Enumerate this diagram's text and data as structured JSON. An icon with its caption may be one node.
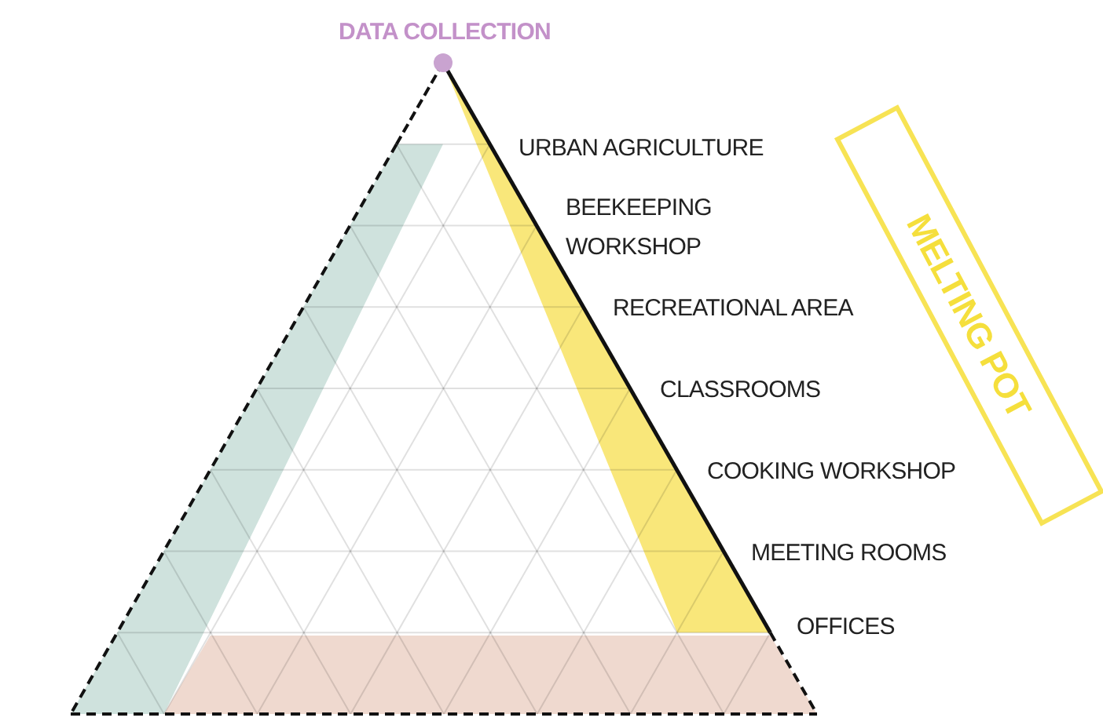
{
  "diagram": {
    "nodes": [
      {
        "text": [
          "MELTING POT"
        ]
      }
    ],
    "edges": [],
    "labels": [
      "DATA COLLECTION",
      "URBAN AGRICULTURE",
      "BEEKEEPING WORKSHOP",
      "RECREATIONAL AREA",
      "CLASSROOMS",
      "COOKING WORKSHOP",
      "MEETING ROOMS",
      "OFFICES"
    ]
  }
}
